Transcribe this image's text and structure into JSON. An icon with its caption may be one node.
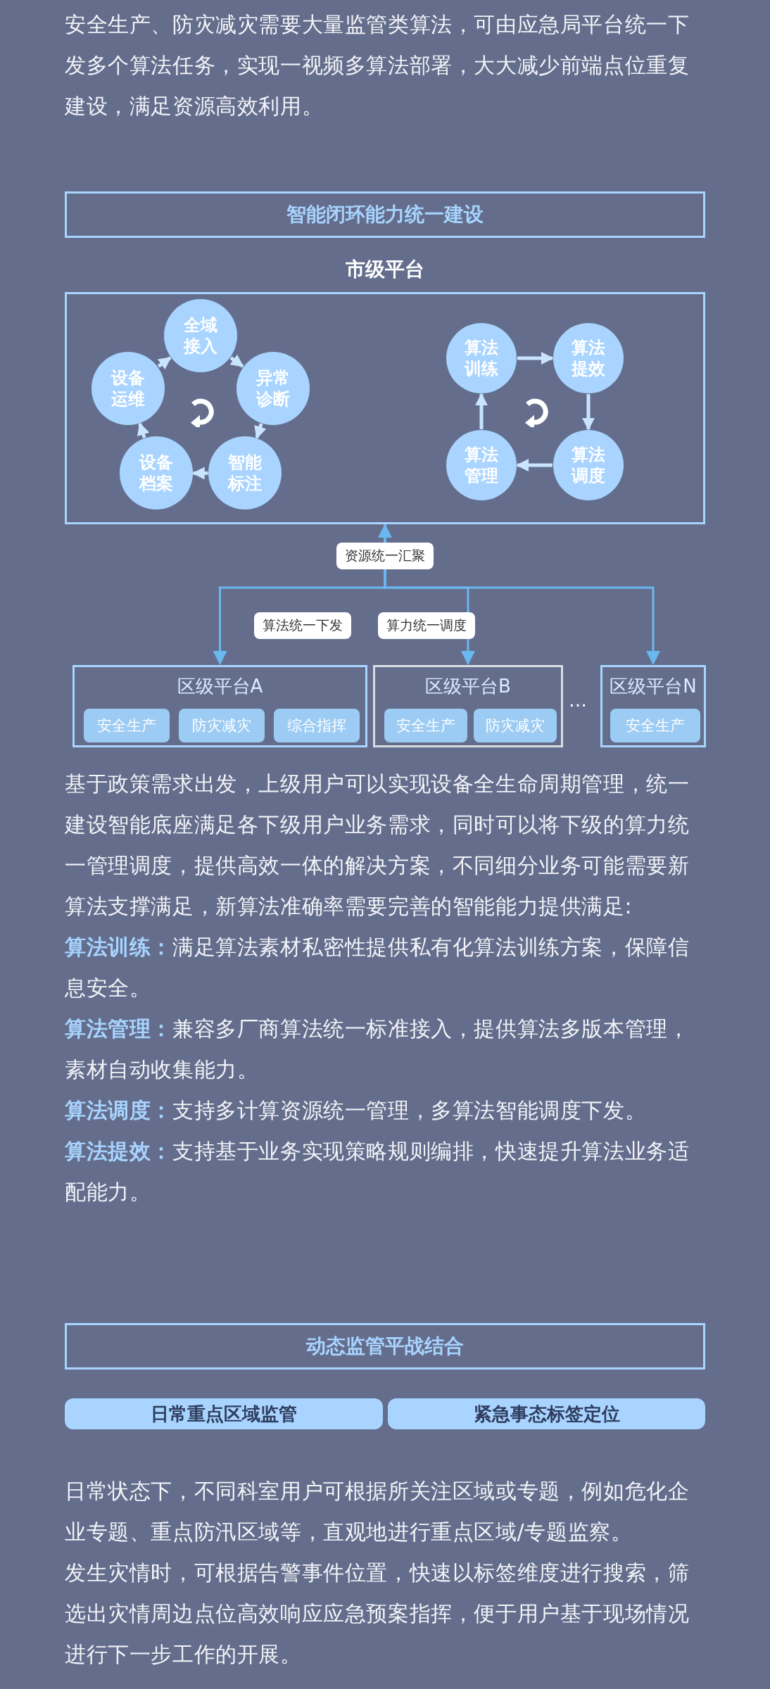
{
  "diagram": {
    "nodes": [
      {
        "text": [
          "智能闭环能力统一建设"
        ]
      },
      {
        "text": [
          "市级平台"
        ]
      },
      {
        "text": [
          "全域接入"
        ],
        "in": 1
      },
      {
        "text": [
          "异常诊断"
        ],
        "in": 1
      },
      {
        "text": [
          "智能标注"
        ],
        "in": 1
      },
      {
        "text": [
          "设备档案"
        ],
        "in": 1
      },
      {
        "text": [
          "设备运维"
        ],
        "in": 1
      },
      {
        "text": [
          "算法训练"
        ],
        "in": 1
      },
      {
        "text": [
          "算法提效"
        ],
        "in": 1
      },
      {
        "text": [
          "算法管理"
        ],
        "in": 1
      },
      {
        "text": [
          "算法调度"
        ],
        "in": 1
      },
      {
        "text": [
          "区级平台A"
        ]
      },
      {
        "text": [
          "安全生产"
        ],
        "in": 11
      },
      {
        "text": [
          "防灾减灾"
        ],
        "in": 11
      },
      {
        "text": [
          "综合指挥"
        ],
        "in": 11
      },
      {
        "text": [
          "区级平台B"
        ]
      },
      {
        "text": [
          "安全生产"
        ],
        "in": 15
      },
      {
        "text": [
          "防灾减灾"
        ],
        "in": 15
      },
      {
        "text": [
          "区级平台N"
        ]
      },
      {
        "text": [
          "安全生产"
        ],
        "in": 18
      },
      {
        "text": [
          "动态监管平战结合"
        ]
      },
      {
        "text": [
          "日常重点区域监管"
        ]
      },
      {
        "text": [
          "紧急事态标签定位"
        ]
      }
    ],
    "edges": [
      {
        "from": 1,
        "to": 11,
        "arrow": "to",
        "label": "算法统一下发",
        "color": "#6ab8ef"
      },
      {
        "from": 1,
        "to": 15,
        "arrow": "to",
        "label": "算力统一调度",
        "color": "#6ab8ef"
      },
      {
        "from": 1,
        "to": 18,
        "arrow": "to",
        "color": "#6ab8ef"
      },
      {
        "from": null,
        "to": 1,
        "arrow": "to",
        "label": "资源统一汇聚",
        "color": "#6ab8ef"
      },
      {
        "from": 2,
        "to": 3,
        "arrow": "to"
      },
      {
        "from": 3,
        "to": 4,
        "arrow": "to"
      },
      {
        "from": 4,
        "to": 5,
        "arrow": "to"
      },
      {
        "from": 5,
        "to": 6,
        "arrow": "to"
      },
      {
        "from": 6,
        "to": 2,
        "arrow": "to"
      },
      {
        "from": 7,
        "to": 8,
        "arrow": "to"
      },
      {
        "from": 8,
        "to": 10,
        "arrow": "to"
      },
      {
        "from": 10,
        "to": 9,
        "arrow": "to"
      },
      {
        "from": 9,
        "to": 7,
        "arrow": "to"
      }
    ],
    "labels": [
      "安全生产、防灾减灾需要大量监管类算法，可由应急局平台统一下发多个算法任务，实现一视频多算法部署，大大减少前端点位重复建设，满足资源高效利用。",
      "…",
      "基于政策需求出发，上级用户可以实现设备全生命周期管理，统一建设智能底座满足各下级用户业务需求，同时可以将下级的算力统一管理调度，提供高效一体的解决方案，不同细分业务可能需要新算法支撑满足，新算法准确率需要完善的智能能力提供满足:",
      "**算法训练：**满足算法素材私密性提供私有化算法训练方案，保障信息安全。",
      "**算法管理：**兼容多厂商算法统一标准接入，提供算法多版本管理，素材自动收集能力。",
      "**算法调度：**支持多计算资源统一管理，多算法智能调度下发。",
      "**算法提效：**支持基于业务实现策略规则编排，快速提升算法业务适配能力。",
      "日常状态下，不同科室用户可根据所关注区域或专题，例如危化企业专题、重点防汛区域等，直观地进行重点区域/专题监察。",
      "发生灾情时，可根据告警事件位置，快速以标签维度进行搜索，筛选出灾情周边点位高效响应应急预案指挥，便于用户基于现场情况进行下一步工作的开展。"
    ]
  }
}
